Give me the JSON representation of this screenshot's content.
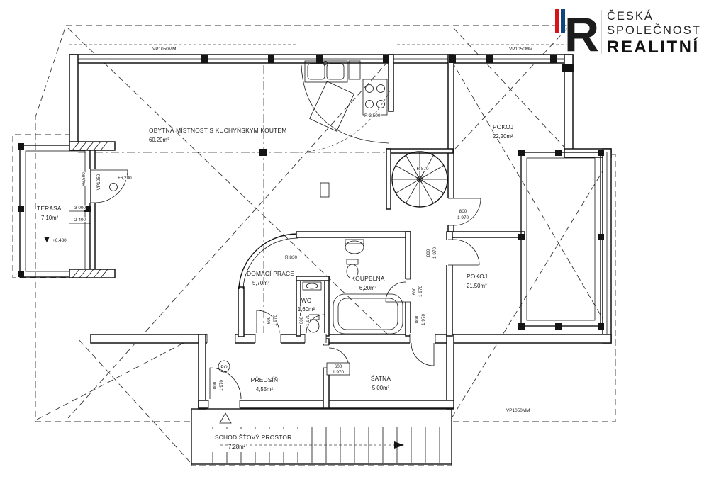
{
  "logo": {
    "line1": "ČESKÁ",
    "line2": "SPOLEČNOST",
    "line3": "REALITNÍ",
    "mark_letter": "R",
    "red": "#d7141a",
    "blue": "#11457e"
  },
  "rooms": {
    "living": {
      "name": "OBYTNÁ MÍSTNOST S KUCHYŇSKÝM KOUTEM",
      "area": "60,20m²"
    },
    "room_top": {
      "name": "POKOJ",
      "area": "22,20m²"
    },
    "room_right": {
      "name": "POKOJ",
      "area": "21,50m²"
    },
    "terrace": {
      "name": "TERASA",
      "area": "7,10m²"
    },
    "utility": {
      "name": "DOMÁCÍ PRÁCE",
      "area": "5,70m²"
    },
    "wc": {
      "name": "WC",
      "area": "1,60m²"
    },
    "bath": {
      "name": "KOUPELNA",
      "area": "6,20m²"
    },
    "hall": {
      "name": "PŘEDSÍŇ",
      "area": "4,55m²"
    },
    "closet": {
      "name": "ŠATNA",
      "area": "5,00m²"
    },
    "stair": {
      "name": "SCHODIŠŤOVÝ PROSTOR",
      "area": "7,28m²"
    }
  },
  "annotations": {
    "vp_top_left": "VP1050MM",
    "vp_top_right": "VP1050MM",
    "vp_bottom_right": "VP1050MM",
    "vp_terrace": "VP1050",
    "lvl_6280": "+6,280",
    "lvl_6480": "+6,480",
    "lvl_6500": "+6,500",
    "dim_3000": "3 000",
    "dim_2400": "2 400",
    "r_kitchen": "R 3,500",
    "r_utility": "R 830",
    "r_stair": "R 870",
    "po": "PO"
  },
  "doors": {
    "room_top": {
      "w": "800",
      "h": "1 970"
    },
    "room_right": {
      "w": "800",
      "h": "1 970"
    },
    "bath": {
      "w": "600",
      "h": "1 970"
    },
    "closet": {
      "w": "800",
      "h": "1 970"
    },
    "utility": {
      "w": "600",
      "h": "1 970"
    },
    "wc": {
      "w": "600",
      "h": "1 970"
    },
    "hall": {
      "w": "600",
      "h": "1 970"
    },
    "entry": {
      "w": "800",
      "h": "1 970"
    }
  }
}
